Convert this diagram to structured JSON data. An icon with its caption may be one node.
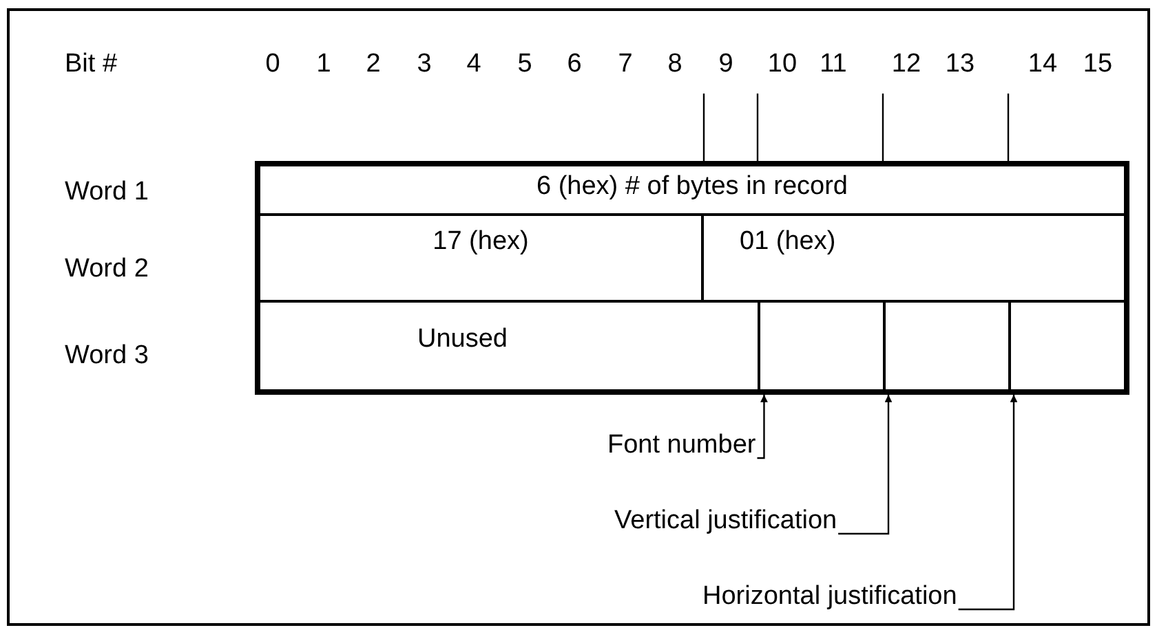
{
  "diagram": {
    "nodes": [
      {
        "text": [
          "6 (hex) # of bytes in record"
        ]
      },
      {
        "text": [
          "17 (hex)"
        ]
      },
      {
        "text": [
          "01 (hex)"
        ]
      },
      {
        "text": [
          "Unused"
        ]
      },
      {
        "text": [],
        "shape": "box"
      },
      {
        "text": [],
        "shape": "box"
      },
      {
        "text": [],
        "shape": "box"
      },
      {
        "text": [
          "Font number"
        ]
      },
      {
        "text": [
          "Vertical justification"
        ]
      },
      {
        "text": [
          "Horizontal justification"
        ]
      }
    ],
    "edges": [
      {
        "from": 7,
        "to": 4,
        "arrow": "to"
      },
      {
        "from": 8,
        "to": 5,
        "arrow": "to"
      },
      {
        "from": 9,
        "to": 6,
        "arrow": "to"
      }
    ],
    "labels": [
      "Bit #",
      "0",
      "1",
      "2",
      "3",
      "4",
      "5",
      "6",
      "7",
      "8",
      "9",
      "10",
      "11",
      "12",
      "13",
      "14",
      "15",
      "Word 1",
      "Word 2",
      "Word 3"
    ]
  }
}
